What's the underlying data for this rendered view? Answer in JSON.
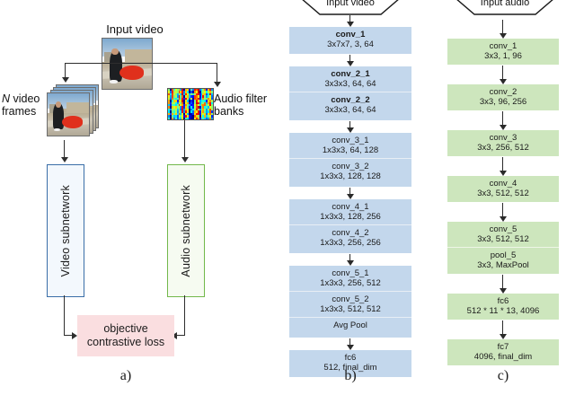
{
  "panel_a": {
    "caption": "a)",
    "input_video_label": "Input video",
    "video_frames_label_italic": "N",
    "video_frames_label": " video\nframes",
    "audio_filter_label": "Audio filter\nbanks",
    "video_subnetwork": "Video subnetwork",
    "audio_subnetwork": "Audio subnetwork",
    "loss_box": "objective\ncontrastive loss",
    "colors": {
      "video_border": "#3a6ea8",
      "video_fill": "#f3f8fd",
      "audio_border": "#72b84b",
      "audio_fill": "#f6fbf1",
      "loss_fill": "#fadee0"
    }
  },
  "panel_b": {
    "caption": "b)",
    "input_label": "Input video",
    "fill_color": "#c3d7ec",
    "stages": [
      {
        "layers": [
          {
            "name": "conv_1",
            "params": "3x7x7, 3, 64",
            "bold": true
          }
        ]
      },
      {
        "layers": [
          {
            "name": "conv_2_1",
            "params": "3x3x3, 64, 64",
            "bold": true
          },
          {
            "name": "conv_2_2",
            "params": "3x3x3, 64, 64",
            "bold": true
          }
        ]
      },
      {
        "layers": [
          {
            "name": "conv_3_1",
            "params": "1x3x3, 64, 128",
            "bold": false
          },
          {
            "name": "conv_3_2",
            "params": "1x3x3, 128, 128",
            "bold": false
          }
        ]
      },
      {
        "layers": [
          {
            "name": "conv_4_1",
            "params": "1x3x3, 128, 256",
            "bold": false
          },
          {
            "name": "conv_4_2",
            "params": "1x3x3, 256, 256",
            "bold": false
          }
        ]
      },
      {
        "layers": [
          {
            "name": "conv_5_1",
            "params": "1x3x3, 256, 512",
            "bold": false
          },
          {
            "name": "conv_5_2",
            "params": "1x3x3, 512, 512",
            "bold": false
          },
          {
            "name": "Avg Pool",
            "params": "",
            "bold": false
          }
        ]
      },
      {
        "layers": [
          {
            "name": "fc6",
            "params": "512, final_dim",
            "bold": false
          }
        ]
      }
    ]
  },
  "panel_c": {
    "caption": "c)",
    "input_label": "Input audio",
    "fill_color": "#cde6bd",
    "stages": [
      {
        "layers": [
          {
            "name": "conv_1",
            "params": "3x3, 1, 96",
            "bold": false
          }
        ]
      },
      {
        "layers": [
          {
            "name": "conv_2",
            "params": "3x3, 96, 256",
            "bold": false
          }
        ]
      },
      {
        "layers": [
          {
            "name": "conv_3",
            "params": "3x3, 256, 512",
            "bold": false
          }
        ]
      },
      {
        "layers": [
          {
            "name": "conv_4",
            "params": "3x3, 512, 512",
            "bold": false
          }
        ]
      },
      {
        "layers": [
          {
            "name": "conv_5",
            "params": "3x3, 512, 512",
            "bold": false
          },
          {
            "name": "pool_5",
            "params": "3x3, MaxPool",
            "bold": false
          }
        ]
      },
      {
        "layers": [
          {
            "name": "fc6",
            "params": "512 * 11 * 13, 4096",
            "bold": false
          }
        ]
      },
      {
        "layers": [
          {
            "name": "fc7",
            "params": "4096, final_dim",
            "bold": false
          }
        ]
      }
    ]
  }
}
